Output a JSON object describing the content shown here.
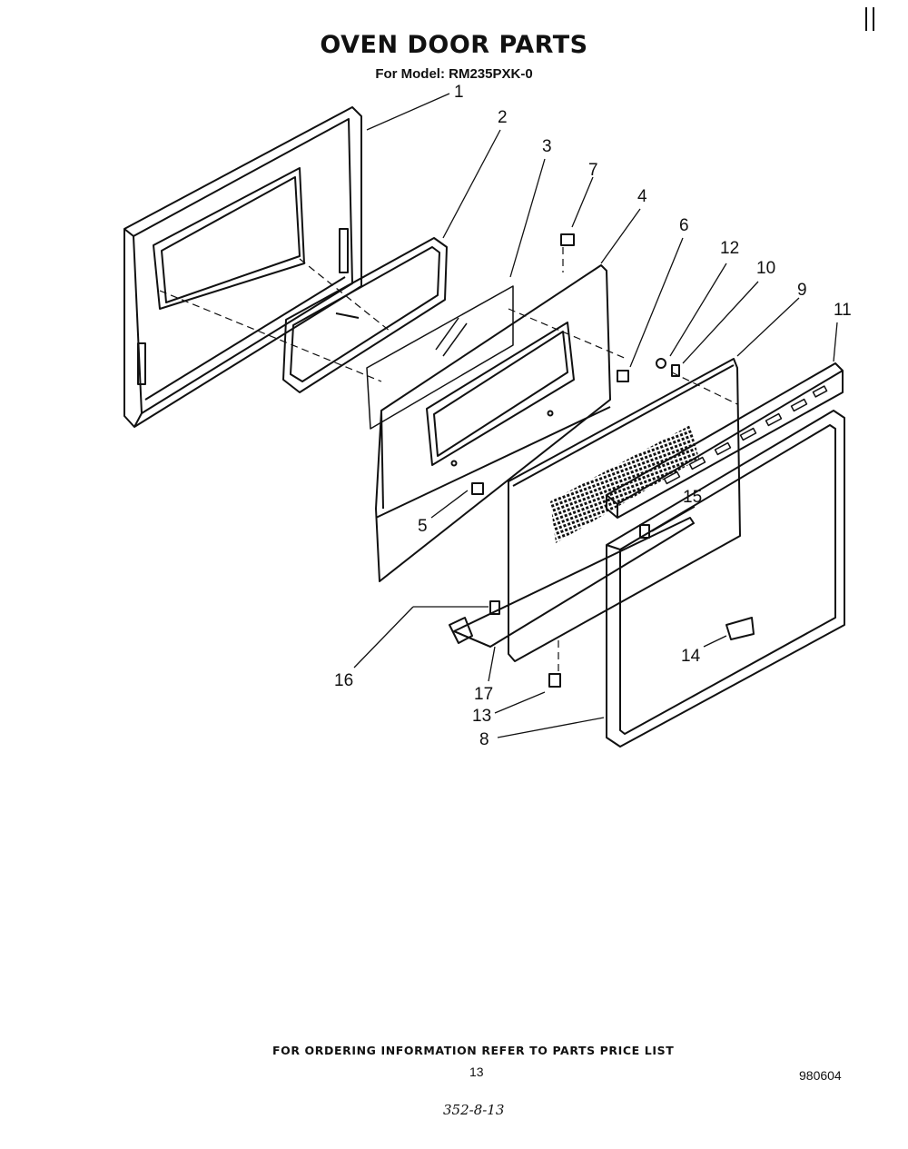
{
  "header": {
    "title": "OVEN DOOR PARTS",
    "subtitle": "For Model: RM235PXK-0"
  },
  "callouts": [
    {
      "id": "1",
      "label": "1"
    },
    {
      "id": "2",
      "label": "2"
    },
    {
      "id": "3",
      "label": "3"
    },
    {
      "id": "4",
      "label": "4"
    },
    {
      "id": "5",
      "label": "5"
    },
    {
      "id": "6",
      "label": "6"
    },
    {
      "id": "7",
      "label": "7"
    },
    {
      "id": "8",
      "label": "8"
    },
    {
      "id": "9",
      "label": "9"
    },
    {
      "id": "10",
      "label": "10"
    },
    {
      "id": "11",
      "label": "11"
    },
    {
      "id": "12",
      "label": "12"
    },
    {
      "id": "13",
      "label": "13"
    },
    {
      "id": "14",
      "label": "14"
    },
    {
      "id": "15",
      "label": "15"
    },
    {
      "id": "16",
      "label": "16"
    },
    {
      "id": "17",
      "label": "17"
    }
  ],
  "footer": {
    "note": "FOR ORDERING INFORMATION REFER TO PARTS PRICE LIST",
    "page_number": "13",
    "document_number": "980604",
    "handwritten_code": "352-8-13"
  }
}
